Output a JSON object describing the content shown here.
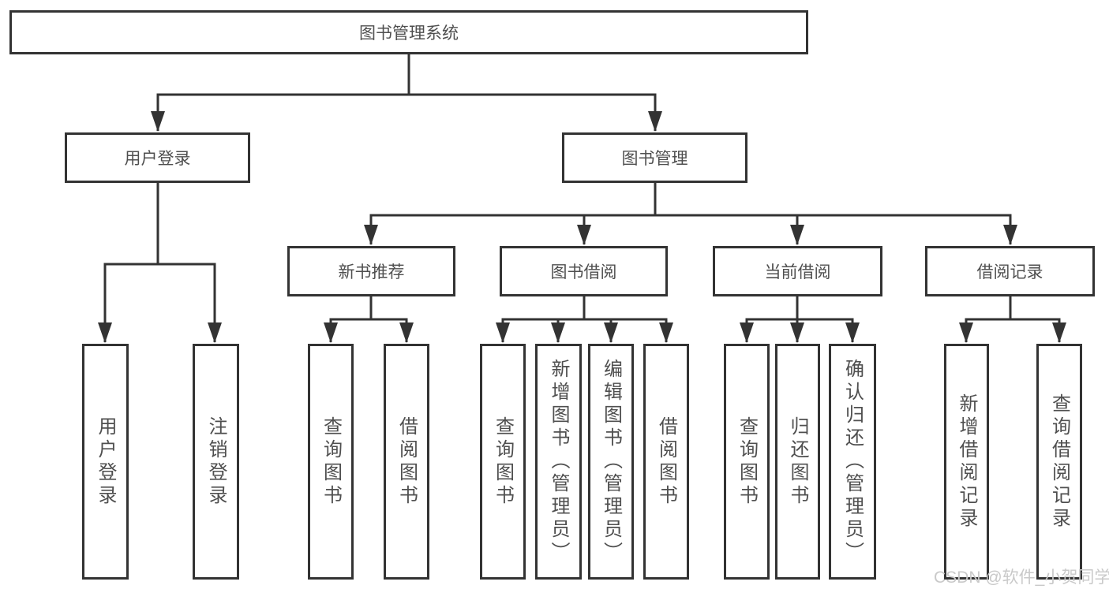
{
  "tree": {
    "root": "图书管理系统",
    "children": [
      {
        "label": "用户登录",
        "children": [
          "用户登录",
          "注销登录"
        ]
      },
      {
        "label": "图书管理",
        "children": [
          {
            "label": "新书推荐",
            "children": [
              "查询图书",
              "借阅图书"
            ]
          },
          {
            "label": "图书借阅",
            "children": [
              "查询图书",
              "新增图书（管理员）",
              "编辑图书（管理员）",
              "借阅图书"
            ]
          },
          {
            "label": "当前借阅",
            "children": [
              "查询图书",
              "归还图书",
              "确认归还（管理员）"
            ]
          },
          {
            "label": "借阅记录",
            "children": [
              "新增借阅记录",
              "查询借阅记录"
            ]
          }
        ]
      }
    ]
  },
  "watermark": {
    "text": "CSDN @软件_小贺同学"
  },
  "colors": {
    "line": "#333333",
    "text": "#4f4f4f",
    "watermark": "#c9c9c9",
    "background": "#ffffff"
  }
}
